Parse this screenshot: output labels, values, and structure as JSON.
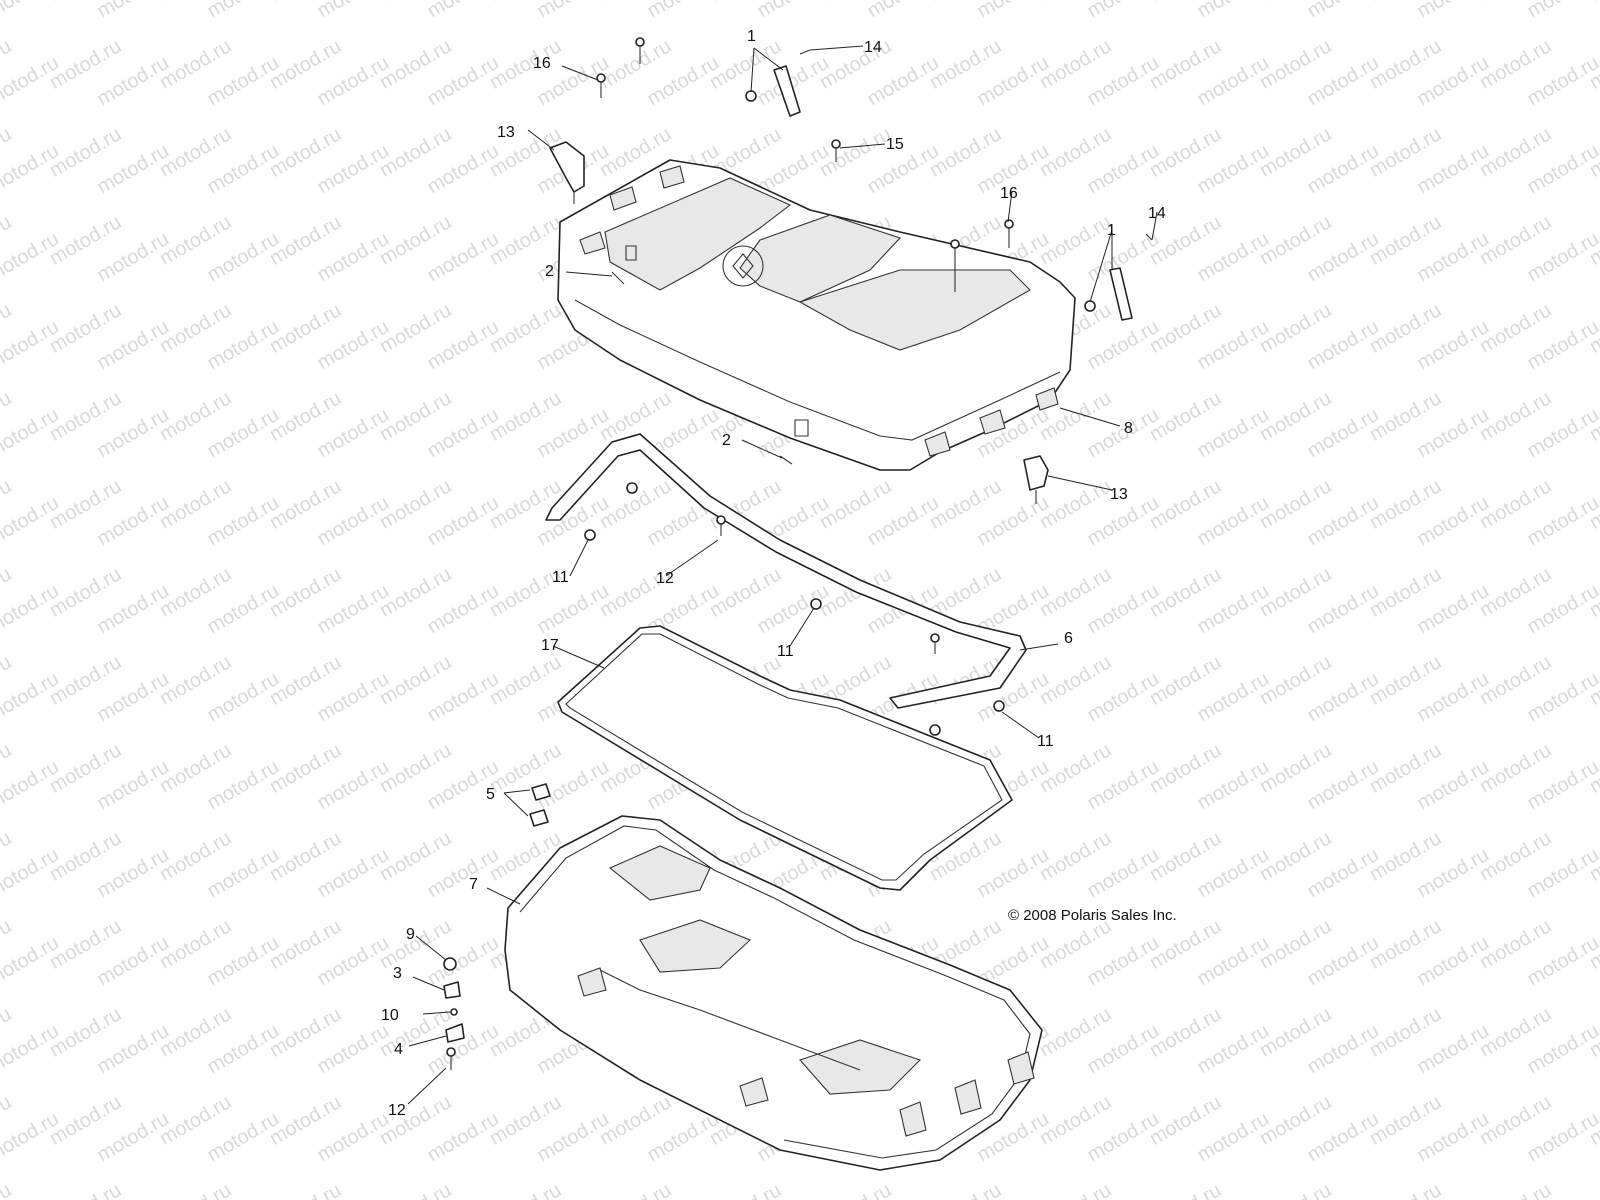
{
  "watermark": "motod.ru",
  "copyright": "© 2008 Polaris Sales Inc.",
  "callouts": {
    "c1a": "1",
    "c1b": "1",
    "c2a": "2",
    "c2b": "2",
    "c3": "3",
    "c4": "4",
    "c5": "5",
    "c6": "6",
    "c7": "7",
    "c8": "8",
    "c9": "9",
    "c10": "10",
    "c11a": "11",
    "c11b": "11",
    "c11c": "11",
    "c12a": "12",
    "c12b": "12",
    "c13a": "13",
    "c13b": "13",
    "c14a": "14",
    "c14b": "14",
    "c15": "15",
    "c16a": "16",
    "c16b": "16",
    "c17": "17"
  }
}
